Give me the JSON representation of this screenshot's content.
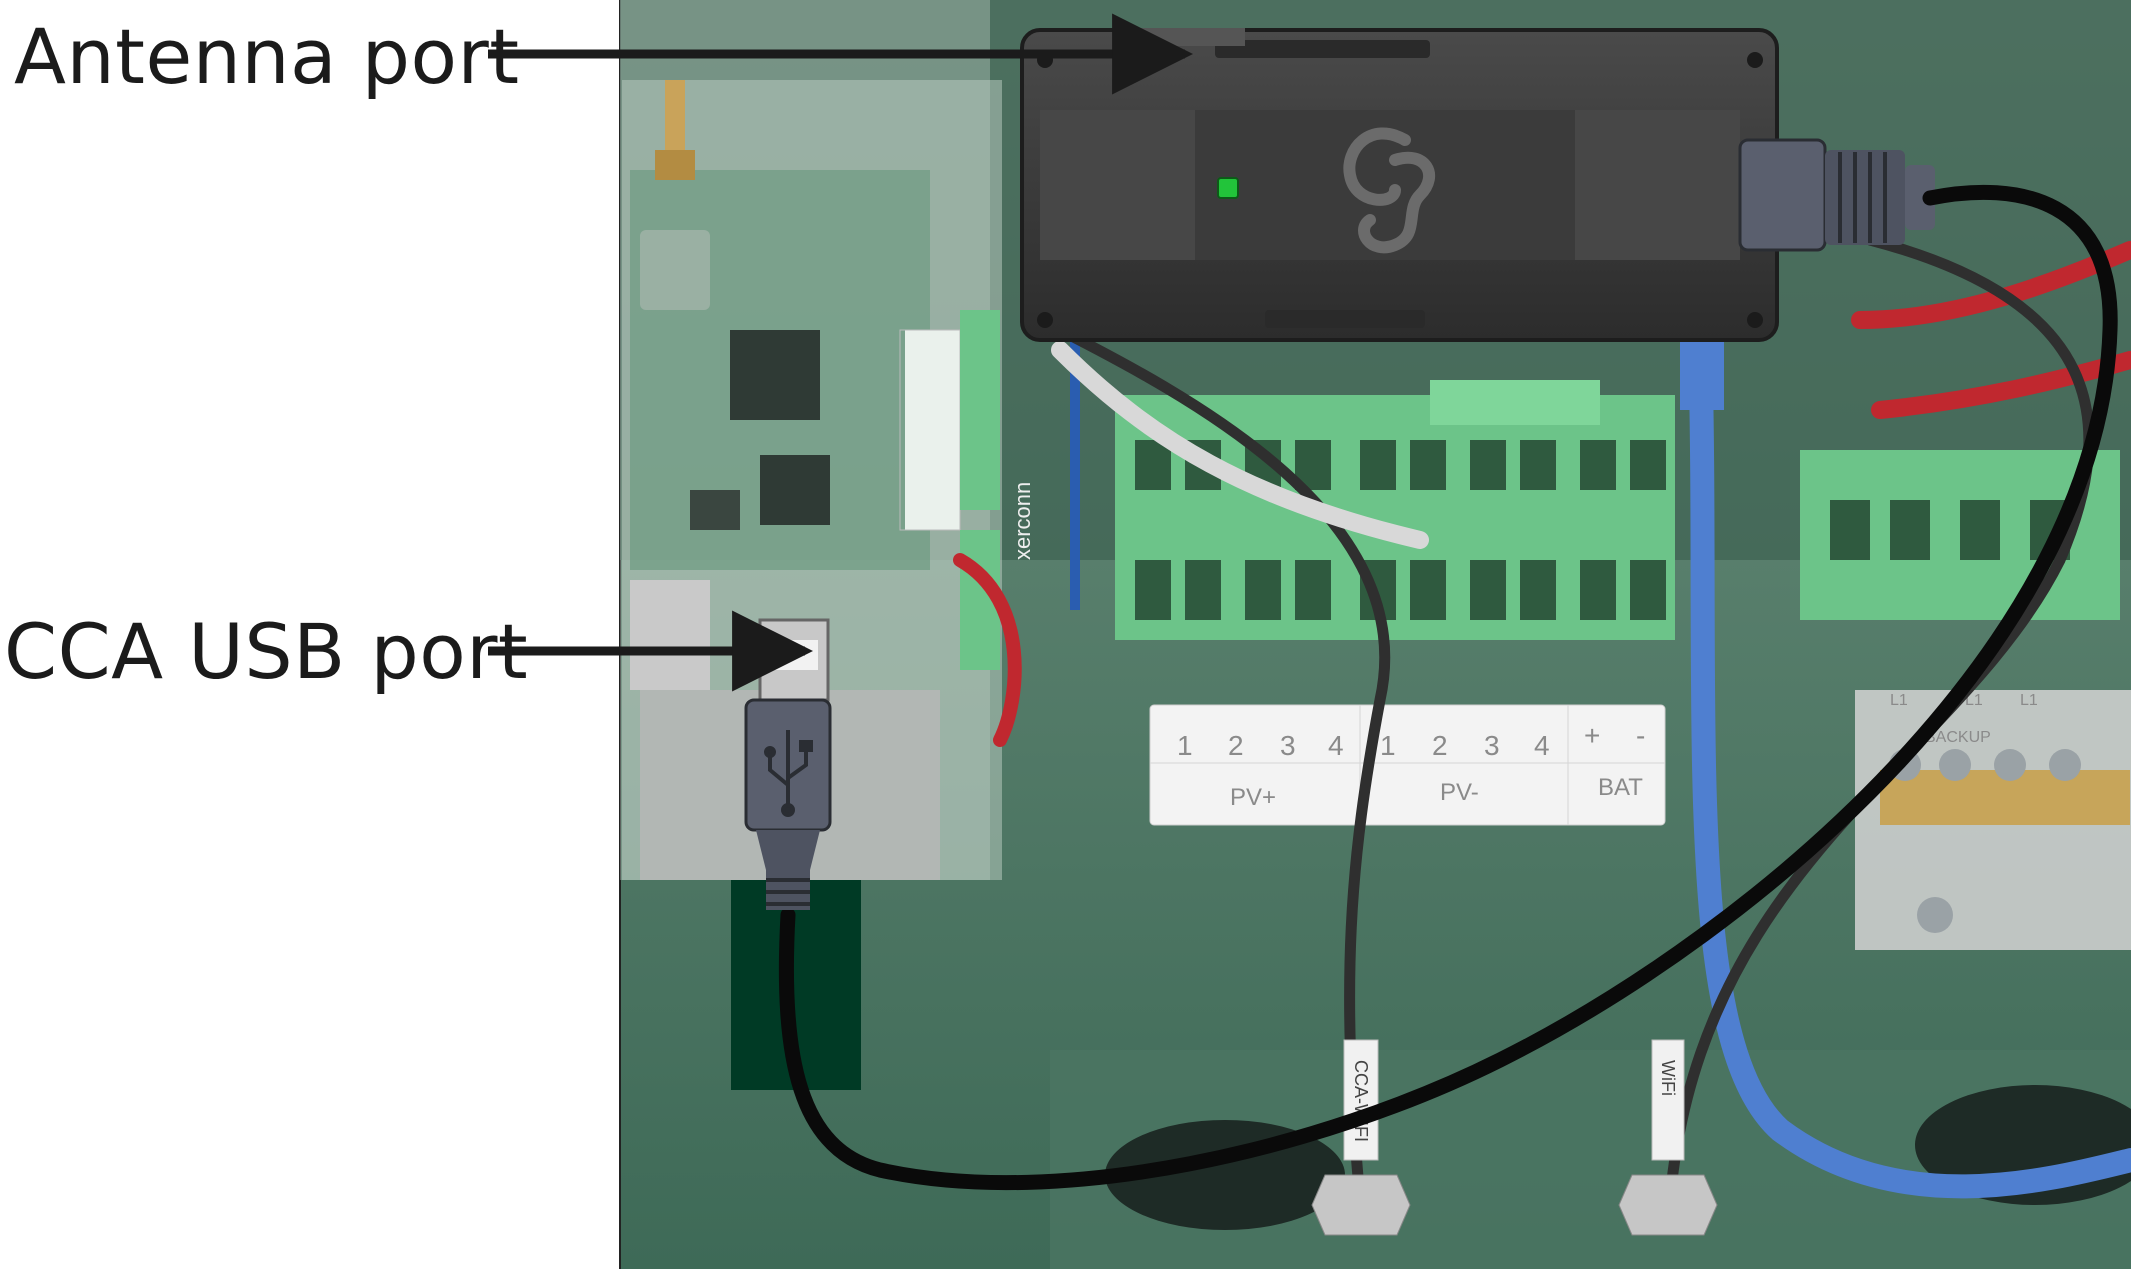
{
  "callouts": {
    "antenna_port": "Antenna port",
    "cca_usb_port": "CCA USB port"
  },
  "panel": {
    "terminal_numbers": [
      "1",
      "2",
      "3",
      "4",
      "1",
      "2",
      "3",
      "4",
      "+",
      "-"
    ],
    "terminal_groups": [
      "PV+",
      "PV-",
      "BAT"
    ],
    "busbar_labels": [
      "BACKUP",
      "L1",
      "L1",
      "L1"
    ],
    "cable_tag_left": "CCA-WIFI",
    "cable_tag_right": "WiFi",
    "brand_wire_label": "xerconn"
  },
  "colors": {
    "cabinet_green": "#3f6f5a",
    "terminal_green": "#5fbf7a",
    "device_body": "#3a3a3a",
    "led_green": "#22c43a",
    "usb_cable": "#0a0a0a",
    "ethernet": "#4f7fd0",
    "usb_plug": "#5a5f6e",
    "usb_tab": "#003a25"
  },
  "icons": {
    "device_logo": "gs-leaf-logo-icon",
    "usb_symbol": "usb-trident-icon"
  }
}
